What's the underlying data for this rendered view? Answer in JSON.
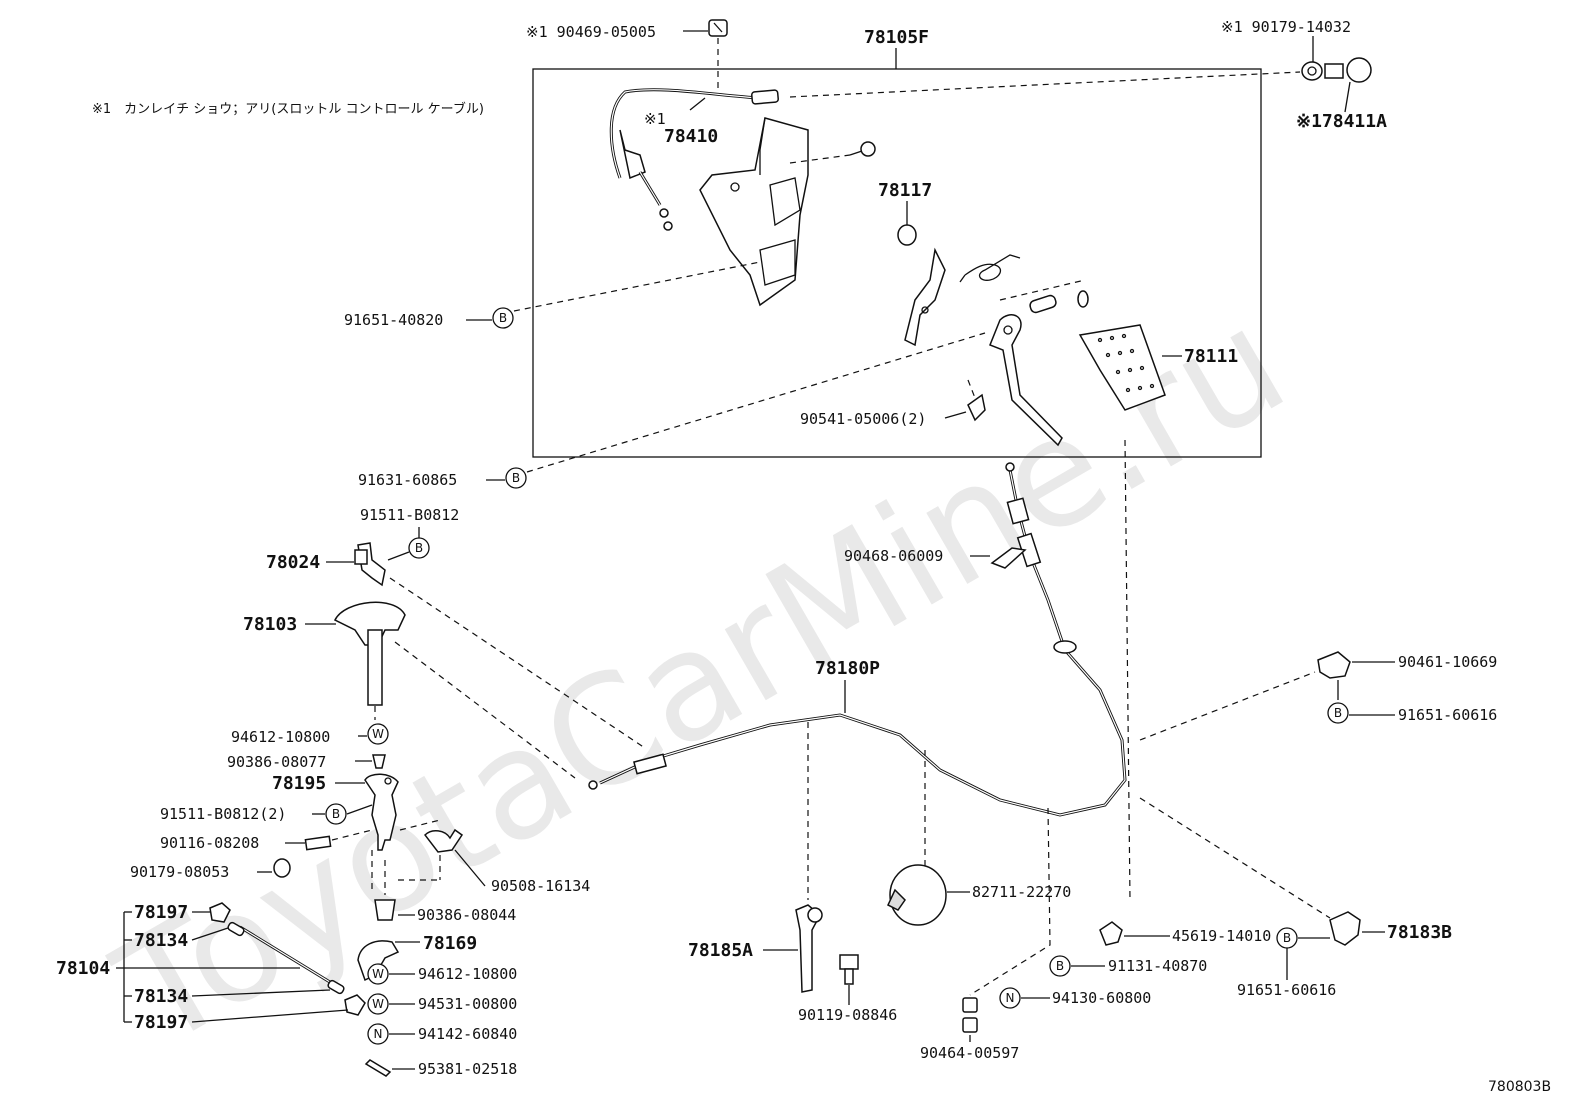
{
  "diagram_code": "780803B",
  "note": "※1　カンレイチ ショウ；アリ(スロットル コントロール ケーブル)",
  "watermark": "ToyotaCarMine.ru",
  "box_label": "78105F",
  "labels": {
    "p9046905005": "※1 90469-05005",
    "p9017914032": "※1  90179-14032",
    "p178411A": "※178411A",
    "p78410mark": "※1",
    "p78410": "78410",
    "p78117": "78117",
    "p9165140820": "91651-40820",
    "p78111": "78111",
    "p9054105006": "90541-05006(2)",
    "p9163160865": "91631-60865",
    "p91511B0812a": "91511-B0812",
    "p78024": "78024",
    "p9046806009": "90468-06009",
    "p78103": "78103",
    "p78180P": "78180P",
    "p9046110669": "90461-10669",
    "p9165160616a": "91651-60616",
    "p9461210800a": "94612-10800",
    "p9038608077": "90386-08077",
    "p78195": "78195",
    "p91511B0812b": "91511-B0812(2)",
    "p9011608208": "90116-08208",
    "p9017908053": "90179-08053",
    "p9050816134": "90508-16134",
    "p9038608044": "90386-08044",
    "p8271122270": "82711-22270",
    "p78197a": "78197",
    "p78134a": "78134",
    "p78104": "78104",
    "p78134b": "78134",
    "p78197b": "78197",
    "p78169": "78169",
    "p9461210800b": "94612-10800",
    "p9453100800": "94531-00800",
    "p9414260840": "94142-60840",
    "p9538102518": "95381-02518",
    "p78185A": "78185A",
    "p9011908846": "90119-08846",
    "p9046400597": "90464-00597",
    "p4561914010": "45619-14010",
    "p9113140870": "91131-40870",
    "p9413060800": "94130-60800",
    "p9165160616b": "91651-60616",
    "p78183B": "78183B"
  },
  "symbols": {
    "B": "B",
    "W": "W",
    "N": "N"
  }
}
